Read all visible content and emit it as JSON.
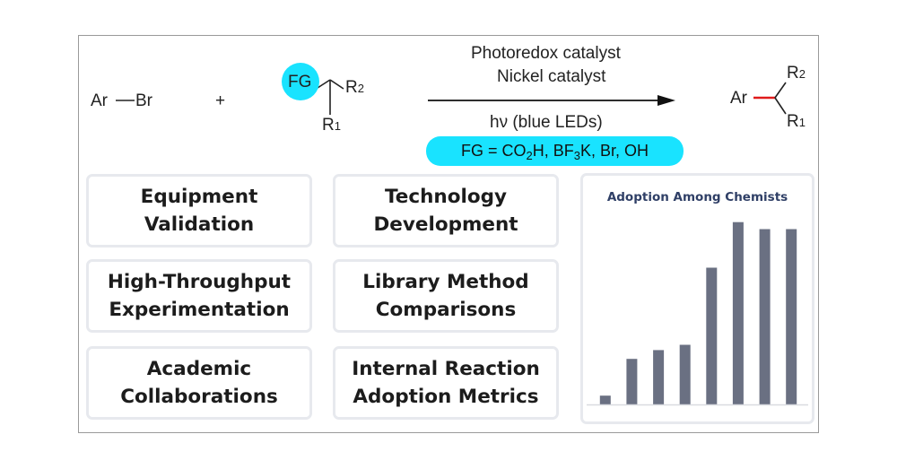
{
  "reaction": {
    "reactant1": {
      "ar": "Ar",
      "br": "Br"
    },
    "plus": "+",
    "reactant2": {
      "fg": "FG",
      "r2": "R",
      "r2_sub": "2",
      "r1": "R",
      "r1_sub": "1"
    },
    "conditions": {
      "line1": "Photoredox catalyst",
      "line2": "Nickel catalyst",
      "line3": "hν (blue LEDs)"
    },
    "product": {
      "ar": "Ar",
      "r2": "R",
      "r2_sub": "2",
      "r1": "R",
      "r1_sub": "1"
    },
    "fg_definition": {
      "prefix": "FG = CO",
      "sub1": "2",
      "mid": "H, BF",
      "sub2": "3",
      "suffix": "K, Br, OH"
    }
  },
  "tiles": [
    {
      "label": "Equipment\nValidation"
    },
    {
      "label": "Technology\nDevelopment"
    },
    {
      "label": "High-Throughput\nExperimentation"
    },
    {
      "label": "Library Method\nComparisons"
    },
    {
      "label": "Academic\nCollaborations"
    },
    {
      "label": "Internal Reaction\nAdoption Metrics"
    }
  ],
  "colors": {
    "highlight": "#19e3ff",
    "bond_highlight": "#e01b1b",
    "bar": "#6a7082",
    "chart_title": "#2f3f66",
    "tile_border": "#e7e9ee"
  },
  "chart_data": {
    "type": "bar",
    "title": "Adoption Among Chemists",
    "categories": [
      "",
      "",
      "",
      "",
      "",
      "",
      "",
      ""
    ],
    "values": [
      5,
      26,
      31,
      34,
      78,
      104,
      100,
      100
    ],
    "ylim": [
      0,
      110
    ],
    "xlabel": "",
    "ylabel": "",
    "grid": false,
    "legend": "none"
  }
}
